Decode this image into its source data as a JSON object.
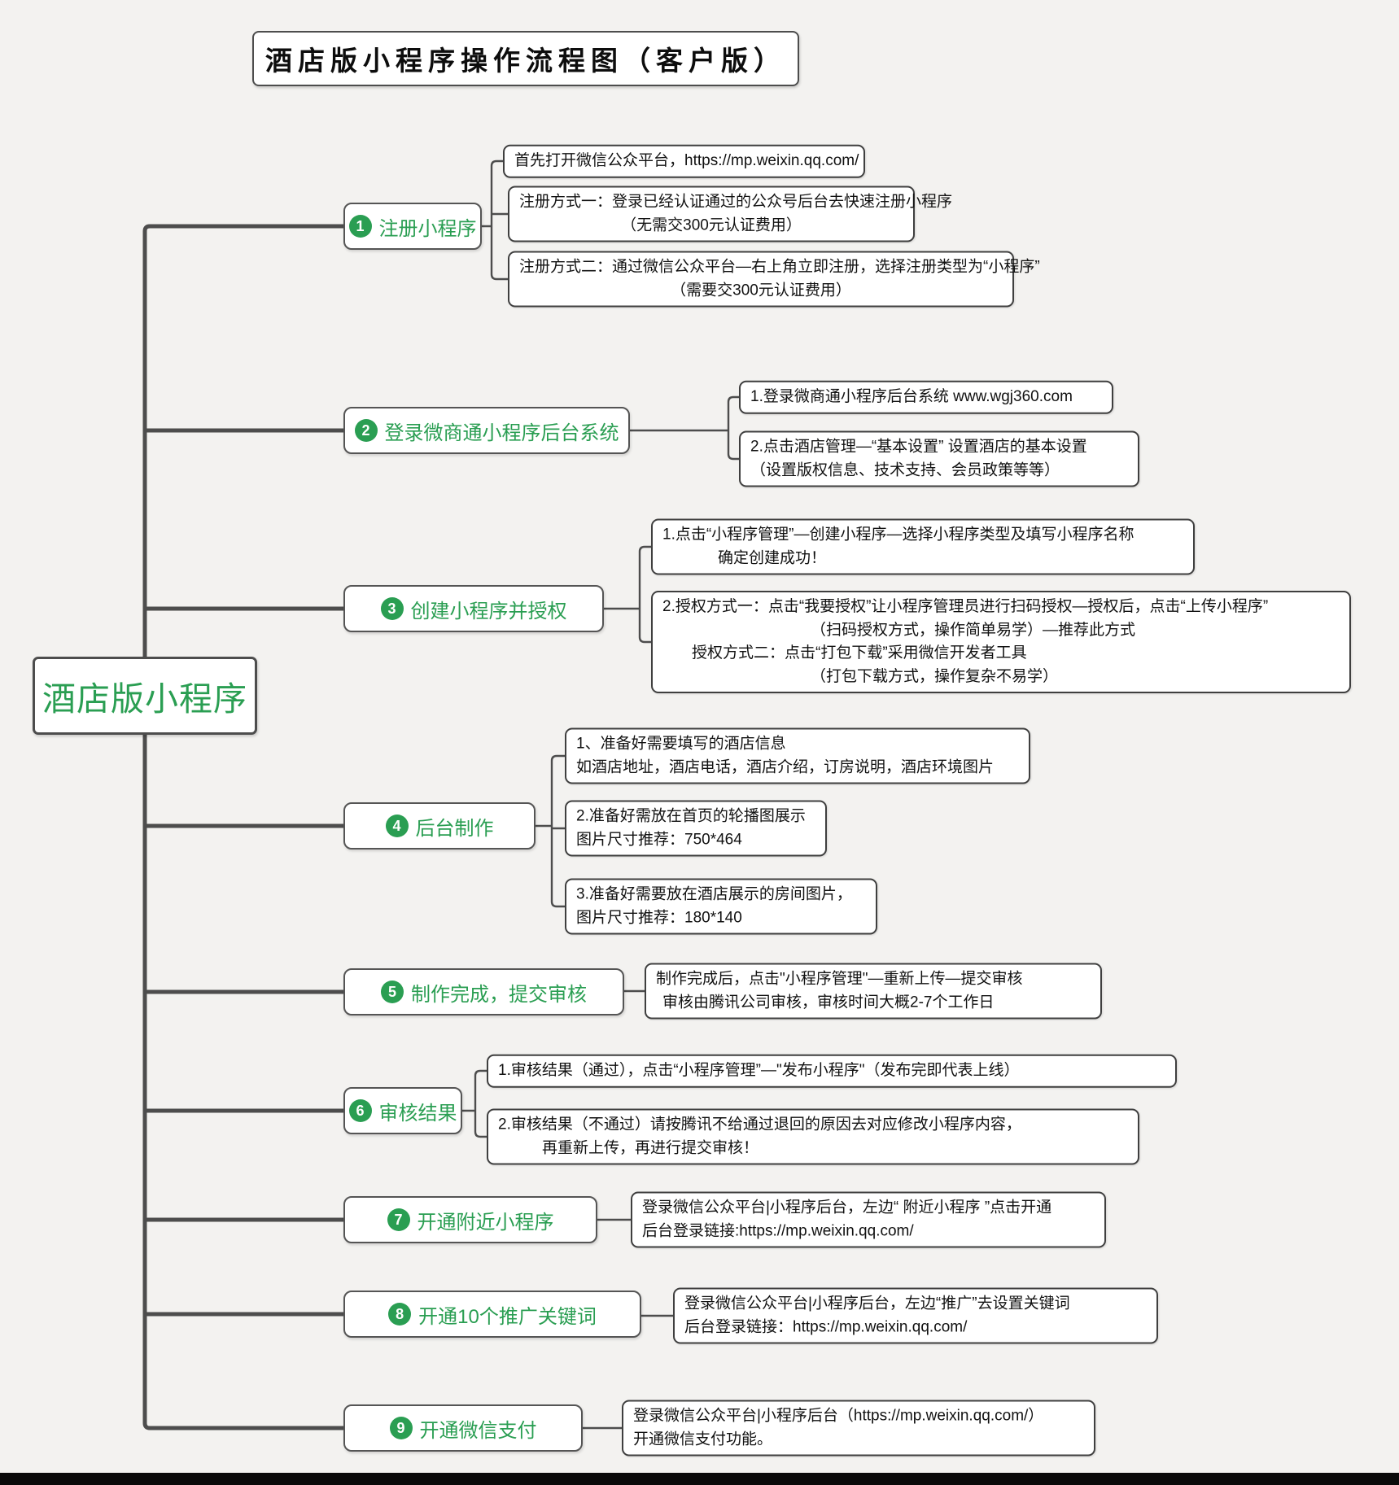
{
  "title": "酒店版小程序操作流程图（客户版）",
  "root": {
    "label": "酒店版小程序"
  },
  "colors": {
    "accent_green": "#2a9e52",
    "line": "#4d4d4d",
    "background": "#f3f2f0"
  },
  "steps": [
    {
      "num": "1",
      "label": "注册小程序",
      "details": [
        {
          "lines": [
            "首先打开微信公众平台，https://mp.weixin.qq.com/"
          ]
        },
        {
          "lines": [
            "注册方式一：登录已经认证通过的公众号后台去快速注册小程序",
            "（无需交300元认证费用）"
          ]
        },
        {
          "lines": [
            "注册方式二：通过微信公众平台—右上角立即注册，选择注册类型为“小程序”",
            "（需要交300元认证费用）"
          ]
        }
      ]
    },
    {
      "num": "2",
      "label": "登录微商通小程序后台系统",
      "details": [
        {
          "lines": [
            "1.登录微商通小程序后台系统 www.wgj360.com"
          ]
        },
        {
          "lines": [
            "2.点击酒店管理—“基本设置”  设置酒店的基本设置",
            "（设置版权信息、技术支持、会员政策等等）"
          ]
        }
      ]
    },
    {
      "num": "3",
      "label": "创建小程序并授权",
      "details": [
        {
          "lines": [
            "1.点击“小程序管理”—创建小程序—选择小程序类型及填写小程序名称",
            "确定创建成功！"
          ]
        },
        {
          "lines": [
            "2.授权方式一：点击“我要授权”让小程序管理员进行扫码授权—授权后，点击“上传小程序”",
            "（扫码授权方式，操作简单易学）—推荐此方式",
            "授权方式二：点击“打包下载”采用微信开发者工具",
            "（打包下载方式，操作复杂不易学）"
          ]
        }
      ]
    },
    {
      "num": "4",
      "label": "后台制作",
      "details": [
        {
          "lines": [
            "1、准备好需要填写的酒店信息",
            "如酒店地址，酒店电话，酒店介绍，订房说明，酒店环境图片"
          ]
        },
        {
          "lines": [
            "2.准备好需放在首页的轮播图展示",
            "图片尺寸推荐：750*464"
          ]
        },
        {
          "lines": [
            "3.准备好需要放在酒店展示的房间图片，",
            "图片尺寸推荐：180*140"
          ]
        }
      ]
    },
    {
      "num": "5",
      "label": "制作完成，提交审核",
      "details": [
        {
          "lines": [
            "制作完成后，点击\"小程序管理\"—重新上传—提交审核",
            "审核由腾讯公司审核，审核时间大概2-7个工作日"
          ]
        }
      ]
    },
    {
      "num": "6",
      "label": "审核结果",
      "details": [
        {
          "lines": [
            "1.审核结果（通过），点击“小程序管理”—\"发布小程序\"（发布完即代表上线）"
          ]
        },
        {
          "lines": [
            "2.审核结果（不通过）请按腾讯不给通过退回的原因去对应修改小程序内容，",
            "再重新上传，再进行提交审核！"
          ]
        }
      ]
    },
    {
      "num": "7",
      "label": "开通附近小程序",
      "details": [
        {
          "lines": [
            "登录微信公众平台|小程序后台，左边“ 附近小程序 ”点击开通",
            "后台登录链接:https://mp.weixin.qq.com/"
          ]
        }
      ]
    },
    {
      "num": "8",
      "label": "开通10个推广关键词",
      "details": [
        {
          "lines": [
            "登录微信公众平台|小程序后台，左边“推广”去设置关键词",
            "后台登录链接：https://mp.weixin.qq.com/"
          ]
        }
      ]
    },
    {
      "num": "9",
      "label": "开通微信支付",
      "details": [
        {
          "lines": [
            "登录微信公众平台|小程序后台（https://mp.weixin.qq.com/）",
            "开通微信支付功能。"
          ]
        }
      ]
    }
  ]
}
